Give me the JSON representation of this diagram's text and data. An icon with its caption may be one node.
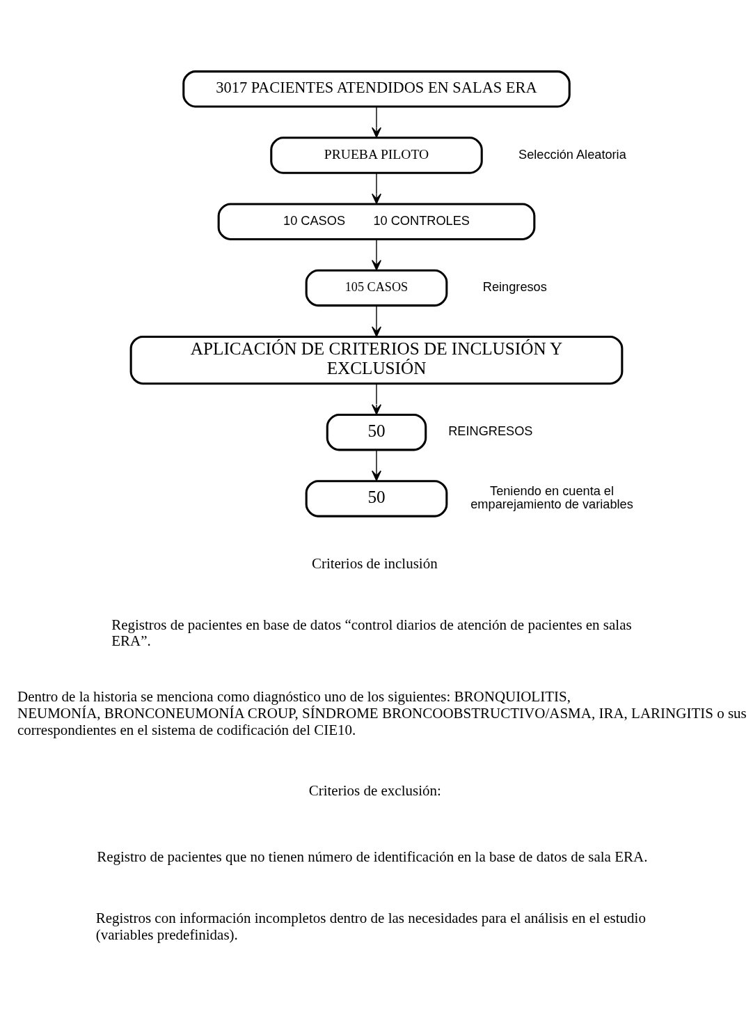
{
  "diagram": {
    "nodes": [
      {
        "text": [
          "3017 PACIENTES ATENDIDOS EN SALAS ERA"
        ]
      },
      {
        "text": [
          "PRUEBA PILOTO"
        ]
      },
      {
        "text": [
          "10 CASOS",
          "10 CONTROLES"
        ]
      },
      {
        "text": [
          "105 CASOS"
        ]
      },
      {
        "text": [
          "APLICACIÓN DE CRITERIOS DE INCLUSIÓN Y EXCLUSIÓN"
        ]
      },
      {
        "text": [
          "50"
        ],
        "beside": [
          "REINGRESOS"
        ]
      },
      {
        "text": [
          "50"
        ],
        "beside": [
          "Teniendo en cuenta el emparejamiento de variables"
        ]
      }
    ],
    "edges": [
      {
        "from": 0,
        "to": 1,
        "arrow": "to"
      },
      {
        "from": 1,
        "to": 2,
        "arrow": "to"
      },
      {
        "from": 2,
        "to": 3,
        "arrow": "to"
      },
      {
        "from": 3,
        "to": 4,
        "arrow": "to"
      },
      {
        "from": 4,
        "to": 5,
        "arrow": "to"
      },
      {
        "from": 5,
        "to": 6,
        "arrow": "to"
      }
    ],
    "labels": [
      "Selección Aleatoria",
      "Reingresos",
      "Criterios de inclusión",
      "Registros de pacientes en base de datos “control diarios de atención de pacientes en salas ERA”.",
      "Dentro de la historia se menciona como diagnóstico uno de los siguientes: BRONQUIOLITIS, NEUMONÍA, BRONCONEUMONÍA CROUP, SÍNDROME BRONCOOBSTRUCTIVO/ASMA, IRA, LARINGITIS o sus correspondientes en el sistema de codificación del CIE10.",
      "Criterios de exclusión:",
      "Registro de pacientes que no tienen número de identificación en la base de datos de sala ERA.",
      "Registros con información incompletos dentro de las necesidades para el análisis en el estudio (variables predefinidas)."
    ]
  }
}
